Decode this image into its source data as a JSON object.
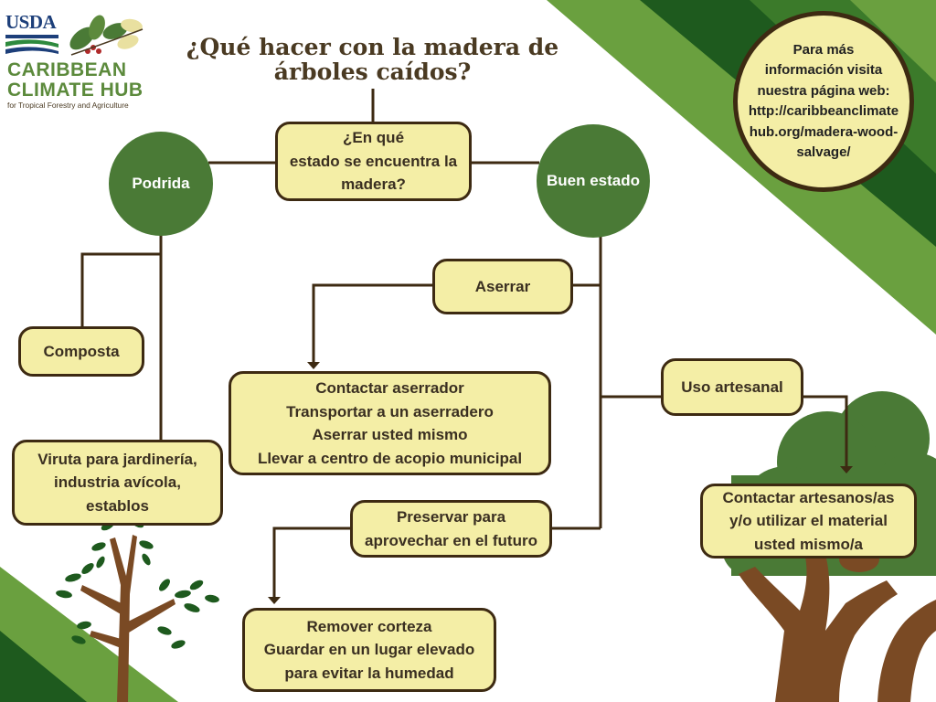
{
  "logo": {
    "agency": "USDA",
    "name_line1": "CARIBBEAN",
    "name_line2": "CLIMATE HUB",
    "tagline": "for Tropical Forestry and Agriculture"
  },
  "title": [
    "¿Qué hacer con la madera de",
    "árboles caídos?"
  ],
  "question": [
    "¿En qué",
    "estado se encuentra la",
    "madera?"
  ],
  "states": {
    "rotten": "Podrida",
    "good": "Buen estado"
  },
  "rotten_options": {
    "compost": "Composta",
    "chips": [
      "Viruta para jardinería,",
      "industria avícola,",
      "establos"
    ]
  },
  "good_options": {
    "saw": "Aserrar",
    "saw_steps": [
      "Contactar aserrador",
      "Transportar a un aserradero",
      "Aserrar usted mismo",
      "Llevar a centro de acopio municipal"
    ],
    "preserve": [
      "Preservar para",
      "aprovechar en el futuro"
    ],
    "preserve_steps": [
      "Remover corteza",
      "Guardar en un lugar elevado",
      "para evitar la humedad"
    ],
    "craft": "Uso artesanal",
    "craft_steps": [
      "Contactar artesanos/as",
      "y/o utilizar el material",
      "usted mismo/a"
    ]
  },
  "info": [
    "Para más",
    "información visita",
    "nuestra página web:",
    "http://caribbeanclimate",
    "hub.org/madera-wood-",
    "salvage/"
  ],
  "colors": {
    "box_fill": "#f4eea6",
    "box_border": "#3d2a12",
    "circle_green": "#4a7a36",
    "stripe_dark": "#1e5a1e",
    "stripe_mid": "#3b7a2a",
    "stripe_light": "#6aa03f",
    "trunk": "#7a4a24"
  },
  "icons": [
    "leaf-logo-icon",
    "small-tree-illustration",
    "large-tree-illustration"
  ]
}
